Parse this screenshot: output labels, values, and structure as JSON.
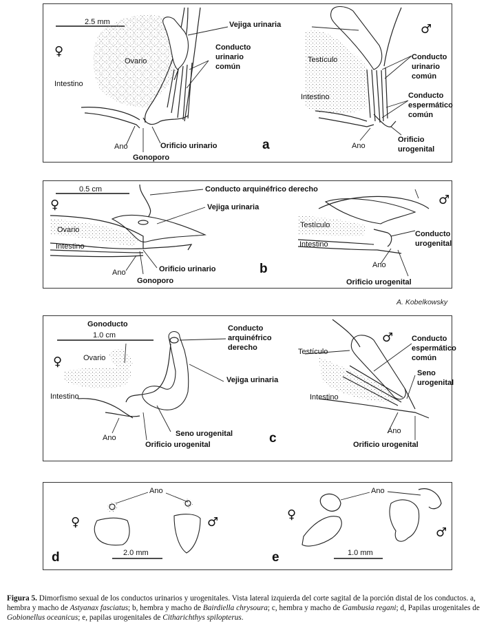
{
  "panel_a": {
    "letter": "a",
    "scale": "2.5 mm",
    "female_symbol": "♀",
    "male_symbol": "♂",
    "female": {
      "ovario": "Ovario",
      "intestino": "Intestino",
      "ano": "Ano",
      "gonoporo": "Gonoporo",
      "orificio": "Orificio urinario"
    },
    "vejiga": "Vejiga urinaria",
    "conducto_comun": [
      "Conducto",
      "urinario",
      "común"
    ],
    "male": {
      "testiculo": "Testículo",
      "intestino": "Intestino",
      "ano": "Ano",
      "conducto_urinario": [
        "Conducto",
        "urinario",
        "común"
      ],
      "conducto_espermatico": [
        "Conducto",
        "espermático",
        "común"
      ],
      "orificio": [
        "Orificio",
        "urogenital"
      ]
    }
  },
  "panel_b": {
    "letter": "b",
    "scale": "0.5 cm",
    "female_symbol": "♀",
    "male_symbol": "♂",
    "conducto_arq": "Conducto arquinéfrico derecho",
    "vejiga": "Vejiga urinaria",
    "female": {
      "ovario": "Ovario",
      "intestino": "Intestino",
      "ano": "Ano",
      "orificio": "Orificio urinario",
      "gonoporo": "Gonoporo"
    },
    "male": {
      "testiculo": "Testículo",
      "intestino": "Intestino",
      "ano": "Ano",
      "conducto_urogenital": [
        "Conducto",
        "urogenital"
      ],
      "orificio": "Orificio urogenital"
    }
  },
  "credit": "A. Kobelkowsky",
  "panel_c": {
    "letter": "c",
    "scale": "1.0 cm",
    "female_symbol": "♀",
    "male_symbol": "♂",
    "gonoducto": "Gonoducto",
    "conducto_arq": [
      "Conducto",
      "arquinéfrico",
      "derecho"
    ],
    "vejiga": "Vejiga urinaria",
    "female": {
      "ovario": "Ovario",
      "intestino": "Intestino",
      "ano": "Ano",
      "seno": "Seno urogenital",
      "orificio": "Orificio urogenital"
    },
    "male": {
      "testiculo": "Testículo",
      "intestino": "Intestino",
      "ano": "Ano",
      "conducto_espermatico": [
        "Conducto",
        "espermático",
        "común"
      ],
      "seno": [
        "Seno",
        "urogenital"
      ],
      "orificio": "Orificio urogenital"
    }
  },
  "panel_d": {
    "letter": "d",
    "scale": "2.0 mm",
    "ano": "Ano",
    "female_symbol": "♀",
    "male_symbol": "♂"
  },
  "panel_e": {
    "letter": "e",
    "scale": "1.0 mm",
    "ano": "Ano",
    "female_symbol": "♀",
    "male_symbol": "♂"
  },
  "caption": {
    "fig": "Figura 5.",
    "s1": " Dimorfismo sexual de los conductos urinarios y urogenitales. Vista lateral izquierda del corte sagital de la porción distal de los conductos. a, hembra y macho de ",
    "sp1": "Astyanax fasciatus",
    "s2": "; b, hembra y macho de ",
    "sp2": "Bairdiella chrysoura",
    "s3": "; c, hembra y macho de ",
    "sp3": "Gambusia regani",
    "s4": "; d, Papilas urogenitales de ",
    "sp4": "Gobionellus oceanicus",
    "s5": "; e, papilas urogenitales de ",
    "sp5": "Citharichthys spilopterus",
    "s6": "."
  }
}
